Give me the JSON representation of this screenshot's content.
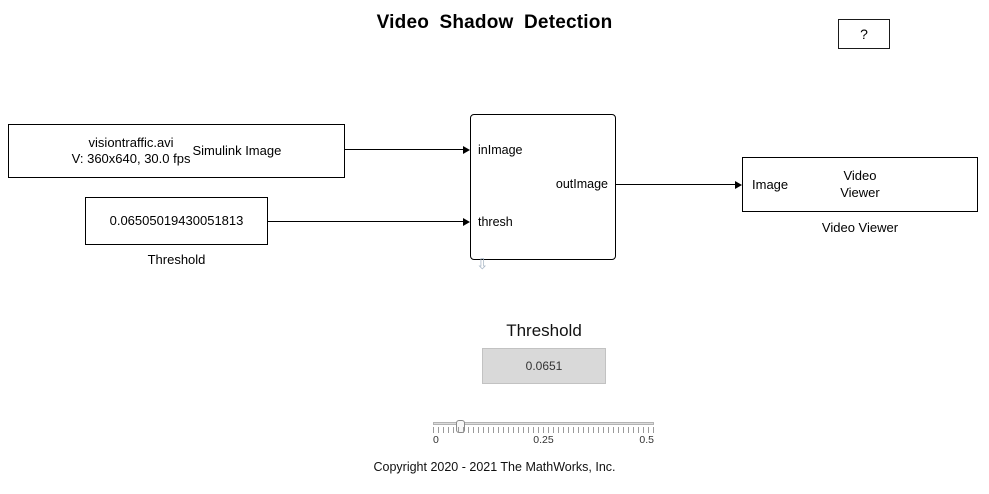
{
  "title": "Video Shadow Detection",
  "help": {
    "label": "?"
  },
  "source_block": {
    "line1": "visiontraffic.avi",
    "line2": "V: 360x640, 30.0 fps",
    "name": "Simulink Image"
  },
  "threshold_block": {
    "value": "0.06505019430051813",
    "label": "Threshold"
  },
  "subsystem": {
    "port_in1": "inImage",
    "port_in2": "thresh",
    "port_out": "outImage",
    "badge": "⇩"
  },
  "viewer_block": {
    "port": "Image",
    "name_line1": "Video",
    "name_line2": "Viewer",
    "label": "Video Viewer"
  },
  "control": {
    "heading": "Threshold",
    "value": "0.0651",
    "slider": {
      "min": "0",
      "mid": "0.25",
      "max": "0.5"
    }
  },
  "footer": "Copyright 2020 - 2021 The MathWorks, Inc.",
  "colors": {
    "block_border": "#000000",
    "display_fill": "#d9d9d9",
    "badge_icon": "#a9b7c6"
  }
}
